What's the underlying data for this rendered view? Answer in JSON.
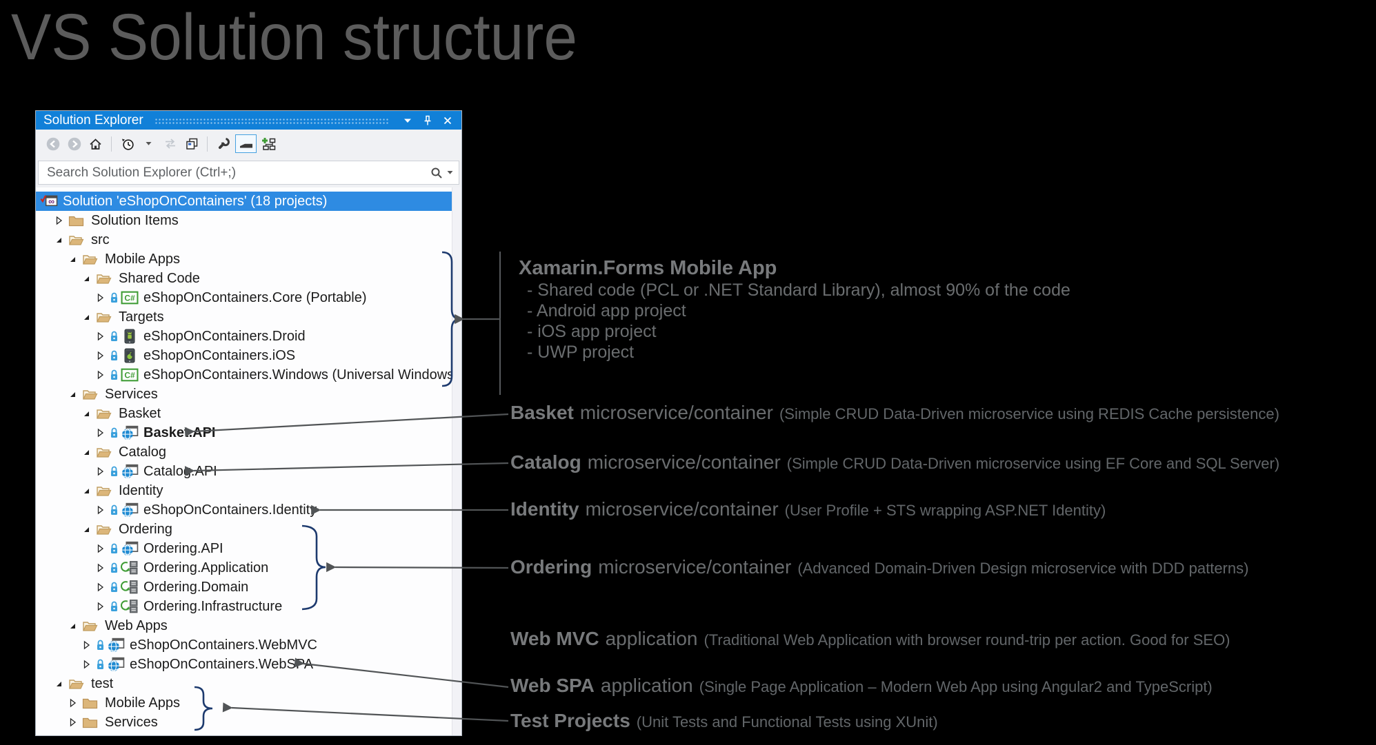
{
  "page": {
    "title": "VS Solution structure"
  },
  "panel": {
    "title": "Solution Explorer",
    "titlebar_icons": [
      "window-position-caret-icon",
      "pin-icon",
      "close-icon"
    ],
    "toolbar": [
      {
        "name": "back-button",
        "icon": "nav-back"
      },
      {
        "name": "forward-button",
        "icon": "nav-forward"
      },
      {
        "name": "home-button",
        "icon": "home"
      },
      {
        "name": "separator"
      },
      {
        "name": "pending-changes-filter-button",
        "icon": "clock"
      },
      {
        "name": "filter-dropdown-caret",
        "icon": "caret-small"
      },
      {
        "name": "refresh-button",
        "icon": "refresh"
      },
      {
        "name": "collapse-all-button",
        "icon": "collapse-all"
      },
      {
        "name": "separator"
      },
      {
        "name": "properties-button",
        "icon": "wrench"
      },
      {
        "name": "preview-selected-items-toggle",
        "icon": "preview",
        "highlight": true
      },
      {
        "name": "sync-with-active-document-button",
        "icon": "sync-active"
      }
    ],
    "search": {
      "placeholder": "Search Solution Explorer (Ctrl+;)"
    },
    "tree": [
      {
        "label": "Solution 'eShopOnContainers' (18 projects)",
        "level": 0,
        "icon": "solution",
        "selected": true
      },
      {
        "label": "Solution Items",
        "level": 1,
        "expand": "collapsed",
        "icon": "folder-closed"
      },
      {
        "label": "src",
        "level": 1,
        "expand": "expanded",
        "icon": "folder-open"
      },
      {
        "label": "Mobile Apps",
        "level": 2,
        "expand": "expanded",
        "icon": "folder-open"
      },
      {
        "label": "Shared Code",
        "level": 3,
        "expand": "expanded",
        "icon": "folder-open"
      },
      {
        "label": "eShopOnContainers.Core (Portable)",
        "level": 4,
        "expand": "collapsed",
        "icon": "csharp",
        "lock": true
      },
      {
        "label": "Targets",
        "level": 3,
        "expand": "expanded",
        "icon": "folder-open"
      },
      {
        "label": "eShopOnContainers.Droid",
        "level": 4,
        "expand": "collapsed",
        "icon": "android",
        "lock": true
      },
      {
        "label": "eShopOnContainers.iOS",
        "level": 4,
        "expand": "collapsed",
        "icon": "ios",
        "lock": true
      },
      {
        "label": "eShopOnContainers.Windows (Universal Windows)",
        "level": 4,
        "expand": "collapsed",
        "icon": "csharp",
        "lock": true
      },
      {
        "label": "Services",
        "level": 2,
        "expand": "expanded",
        "icon": "folder-open"
      },
      {
        "label": "Basket",
        "level": 3,
        "expand": "expanded",
        "icon": "folder-open"
      },
      {
        "label": "Basket.API",
        "level": 4,
        "expand": "collapsed",
        "icon": "web",
        "lock": true,
        "bold": true
      },
      {
        "label": "Catalog",
        "level": 3,
        "expand": "expanded",
        "icon": "folder-open"
      },
      {
        "label": "Catalog.API",
        "level": 4,
        "expand": "collapsed",
        "icon": "web",
        "lock": true
      },
      {
        "label": "Identity",
        "level": 3,
        "expand": "expanded",
        "icon": "folder-open"
      },
      {
        "label": "eShopOnContainers.Identity",
        "level": 4,
        "expand": "collapsed",
        "icon": "web",
        "lock": true
      },
      {
        "label": "Ordering",
        "level": 3,
        "expand": "expanded",
        "icon": "folder-open"
      },
      {
        "label": "Ordering.API",
        "level": 4,
        "expand": "collapsed",
        "icon": "web",
        "lock": true
      },
      {
        "label": "Ordering.Application",
        "level": 4,
        "expand": "collapsed",
        "icon": "library",
        "lock": true
      },
      {
        "label": "Ordering.Domain",
        "level": 4,
        "expand": "collapsed",
        "icon": "library",
        "lock": true
      },
      {
        "label": "Ordering.Infrastructure",
        "level": 4,
        "expand": "collapsed",
        "icon": "library",
        "lock": true
      },
      {
        "label": "Web Apps",
        "level": 2,
        "expand": "expanded",
        "icon": "folder-open"
      },
      {
        "label": "eShopOnContainers.WebMVC",
        "level": 3,
        "expand": "collapsed",
        "icon": "web",
        "lock": true
      },
      {
        "label": "eShopOnContainers.WebSPA",
        "level": 3,
        "expand": "collapsed",
        "icon": "web",
        "lock": true
      },
      {
        "label": "test",
        "level": 1,
        "expand": "expanded",
        "icon": "folder-open"
      },
      {
        "label": "Mobile Apps",
        "level": 2,
        "expand": "collapsed",
        "icon": "folder-closed"
      },
      {
        "label": "Services",
        "level": 2,
        "expand": "collapsed",
        "icon": "folder-closed"
      }
    ]
  },
  "annotations": {
    "xamarin": {
      "heading": "Xamarin.Forms Mobile App",
      "bullets": [
        "- Shared code (PCL or .NET Standard Library), almost 90% of the code",
        "- Android app project",
        "- iOS app project",
        "- UWP project"
      ]
    },
    "callouts": [
      {
        "bold": "Basket",
        "rest": "microservice/container",
        "paren": "(Simple CRUD Data-Driven microservice using REDIS Cache persistence)"
      },
      {
        "bold": "Catalog",
        "rest": "microservice/container",
        "paren": "(Simple CRUD Data-Driven microservice using EF Core and SQL Server)"
      },
      {
        "bold": "Identity",
        "rest": "microservice/container",
        "paren": "(User Profile + STS wrapping ASP.NET Identity)"
      },
      {
        "bold": "Ordering",
        "rest": "microservice/container",
        "paren": "(Advanced Domain-Driven Design microservice with DDD patterns)"
      },
      {
        "bold": "Web MVC",
        "rest": "application",
        "paren": "(Traditional Web Application with browser round-trip per action. Good for SEO)"
      },
      {
        "bold": "Web SPA",
        "rest": "application",
        "paren": "(Single Page Application – Modern Web App using Angular2 and TypeScript)"
      },
      {
        "bold": "Test Projects",
        "rest": "",
        "paren": "(Unit Tests and Functional Tests using XUnit)"
      }
    ]
  },
  "colors": {
    "titlebar_blue": "#1180d8",
    "selection_blue": "#2e8be2",
    "folder_tan": "#dcb67a",
    "annotation_gray": "#6a6d6f",
    "brace_navy": "#1d3a6e",
    "arrow_gray": "#515456"
  }
}
